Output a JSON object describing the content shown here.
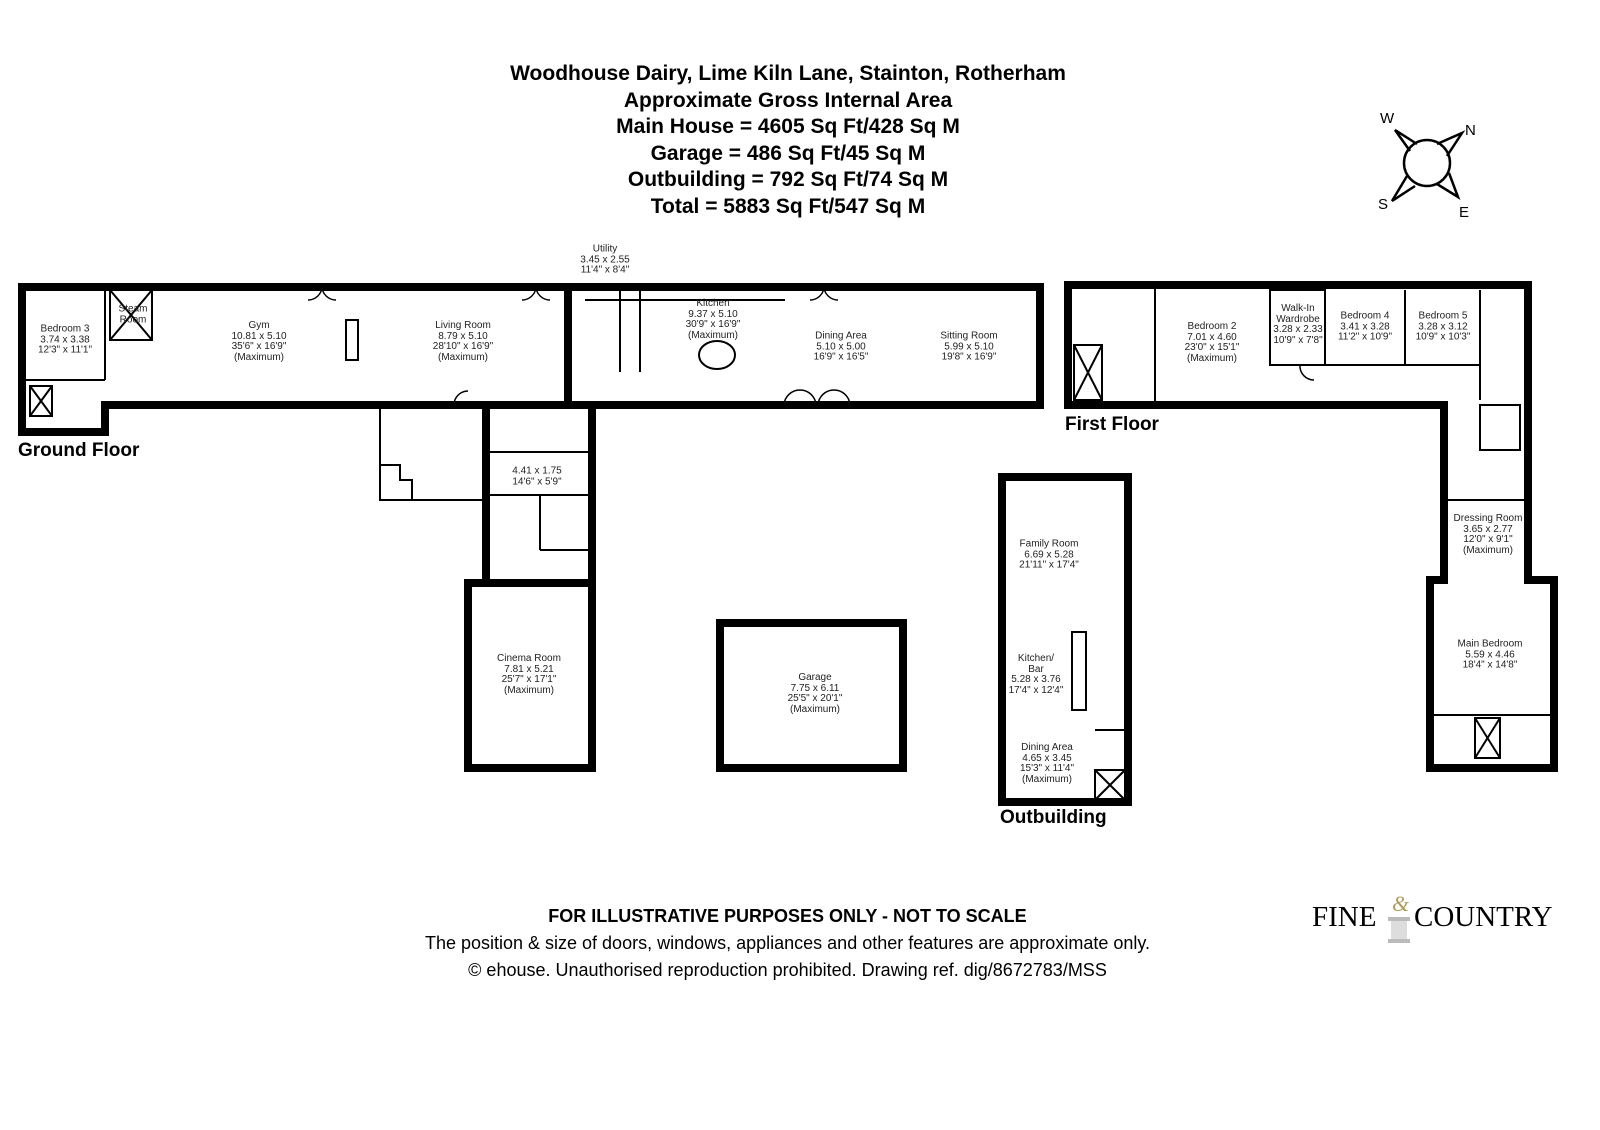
{
  "header": {
    "title": "Woodhouse Dairy, Lime Kiln Lane, Stainton, Rotherham",
    "subtitle": "Approximate Gross Internal Area",
    "main_house": "Main House = 4605 Sq Ft/428 Sq M",
    "garage": "Garage = 486 Sq Ft/45 Sq M",
    "outbuilding": "Outbuilding = 792 Sq Ft/74 Sq M",
    "total": "Total = 5883 Sq Ft/547 Sq M"
  },
  "compass": {
    "w": "W",
    "n": "N",
    "s": "S",
    "e": "E"
  },
  "floors": {
    "ground": "Ground Floor",
    "first": "First Floor",
    "outbuilding": "Outbuilding"
  },
  "rooms": [
    {
      "id": "bedroom-3",
      "lines": [
        "Bedroom 3",
        "3.74 x 3.38",
        "12'3\" x 11'1\""
      ]
    },
    {
      "id": "steam-room",
      "lines": [
        "Steam",
        "Room"
      ]
    },
    {
      "id": "gym",
      "lines": [
        "Gym",
        "10.81 x 5.10",
        "35'6\" x 16'9\"",
        "(Maximum)"
      ]
    },
    {
      "id": "living-room",
      "lines": [
        "Living Room",
        "8.79 x 5.10",
        "28'10\" x 16'9\"",
        "(Maximum)"
      ]
    },
    {
      "id": "utility",
      "lines": [
        "Utility",
        "3.45 x 2.55",
        "11'4\" x 8'4\""
      ]
    },
    {
      "id": "kitchen",
      "lines": [
        "Kitchen",
        "9.37 x 5.10",
        "30'9\" x 16'9\"",
        "(Maximum)"
      ]
    },
    {
      "id": "dining-area",
      "lines": [
        "Dining Area",
        "5.10 x 5.00",
        "16'9\" x 16'5\""
      ]
    },
    {
      "id": "sitting-room",
      "lines": [
        "Sitting Room",
        "5.99 x 5.10",
        "19'8\" x 16'9\""
      ]
    },
    {
      "id": "hall",
      "lines": [
        "4.41 x 1.75",
        "14'6\" x 5'9\""
      ]
    },
    {
      "id": "cinema-room",
      "lines": [
        "Cinema Room",
        "7.81 x 5.21",
        "25'7\" x 17'1\"",
        "(Maximum)"
      ]
    },
    {
      "id": "garage",
      "lines": [
        "Garage",
        "7.75 x 6.11",
        "25'5\" x 20'1\"",
        "(Maximum)"
      ]
    },
    {
      "id": "family-room",
      "lines": [
        "Family Room",
        "6.69 x 5.28",
        "21'11\" x 17'4\""
      ]
    },
    {
      "id": "kitchen-bar",
      "lines": [
        "Kitchen/",
        "Bar",
        "5.28 x 3.76",
        "17'4\" x 12'4\""
      ]
    },
    {
      "id": "outbuilding-dining-area",
      "lines": [
        "Dining Area",
        "4.65 x 3.45",
        "15'3\" x 11'4\"",
        "(Maximum)"
      ]
    },
    {
      "id": "bedroom-2",
      "lines": [
        "Bedroom 2",
        "7.01 x 4.60",
        "23'0\" x 15'1\"",
        "(Maximum)"
      ]
    },
    {
      "id": "walk-in-wardrobe",
      "lines": [
        "Walk-In",
        "Wardrobe",
        "3.28 x 2.33",
        "10'9\" x 7'8\""
      ]
    },
    {
      "id": "bedroom-4",
      "lines": [
        "Bedroom 4",
        "3.41 x 3.28",
        "11'2\" x 10'9\""
      ]
    },
    {
      "id": "bedroom-5",
      "lines": [
        "Bedroom 5",
        "3.28 x 3.12",
        "10'9\" x 10'3\""
      ]
    },
    {
      "id": "dressing-room",
      "lines": [
        "Dressing Room",
        "3.65 x 2.77",
        "12'0\" x 9'1\"",
        "(Maximum)"
      ]
    },
    {
      "id": "main-bedroom",
      "lines": [
        "Main Bedroom",
        "5.59 x 4.46",
        "18'4\" x 14'8\""
      ]
    }
  ],
  "footer": {
    "disclaimer": "FOR ILLUSTRATIVE PURPOSES ONLY - NOT TO SCALE",
    "note": "The position & size of doors, windows, appliances and other features are approximate only.",
    "copyright": "© ehouse. Unauthorised reproduction prohibited. Drawing ref. dig/8672783/MSS"
  },
  "logo": {
    "text_left": "FINE",
    "ampersand": "&",
    "text_right": "COUNTRY"
  }
}
